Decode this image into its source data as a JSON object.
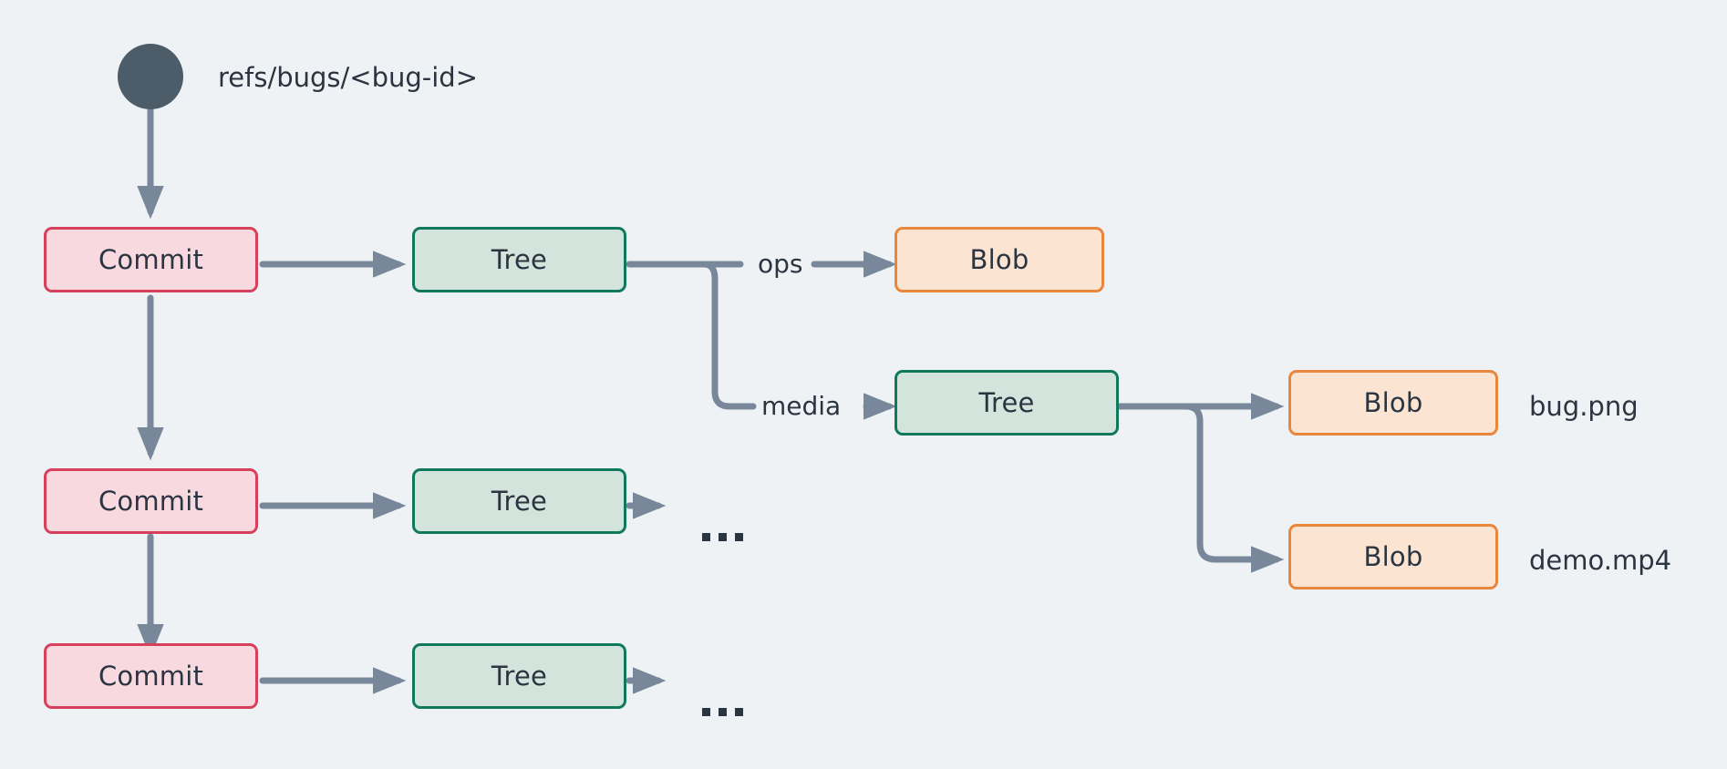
{
  "diagram": {
    "title": "git-object-graph",
    "background_color": "#eef2f5",
    "edge_color": "#78889a",
    "ref": {
      "dot_name": "ref-dot",
      "dot_color": "#4c5c69",
      "label": "refs/bugs/<bug-id>"
    },
    "node_types": {
      "commit": {
        "label": "Commit",
        "fill": "#f9d9e0",
        "stroke": "#d6405c"
      },
      "tree": {
        "label": "Tree",
        "fill": "#d2e4dc",
        "stroke": "#10795b"
      },
      "blob": {
        "label": "Blob",
        "fill": "#fce4d2",
        "stroke": "#e8863b"
      }
    },
    "nodes": [
      {
        "id": "commit-1",
        "type": "commit",
        "label": "Commit"
      },
      {
        "id": "commit-2",
        "type": "commit",
        "label": "Commit"
      },
      {
        "id": "commit-3",
        "type": "commit",
        "label": "Commit"
      },
      {
        "id": "tree-1",
        "type": "tree",
        "label": "Tree"
      },
      {
        "id": "tree-2",
        "type": "tree",
        "label": "Tree"
      },
      {
        "id": "tree-3",
        "type": "tree",
        "label": "Tree"
      },
      {
        "id": "tree-media",
        "type": "tree",
        "label": "Tree"
      },
      {
        "id": "blob-ops",
        "type": "blob",
        "label": "Blob"
      },
      {
        "id": "blob-bug-png",
        "type": "blob",
        "label": "Blob"
      },
      {
        "id": "blob-demo-mp4",
        "type": "blob",
        "label": "Blob"
      }
    ],
    "edge_labels": {
      "ops": "ops",
      "media": "media"
    },
    "file_labels": {
      "bug_png": "bug.png",
      "demo_mp4": "demo.mp4"
    },
    "ellipsis": {
      "tree_2": "...",
      "tree_3": "..."
    }
  }
}
